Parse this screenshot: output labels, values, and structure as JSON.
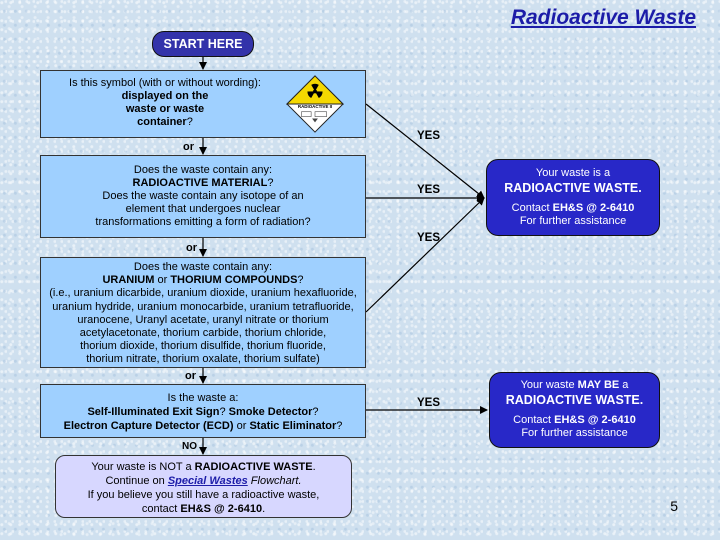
{
  "title": "Radioactive Waste",
  "start": "START HERE",
  "symbol": {
    "label": "RADIOACTIVE II"
  },
  "q1": {
    "line1": "Is this symbol (with or without wording):",
    "line2": "displayed on the",
    "line3": "waste or waste",
    "line4": "container",
    "line4_end": "?"
  },
  "q2": {
    "line1": "Does the waste contain any:",
    "line2": "RADIOACTIVE MATERIAL",
    "line2_end": "?",
    "line3": "Does the waste contain any isotope of an",
    "line4": "element that undergoes nuclear",
    "line5": "transformations emitting a form of radiation?"
  },
  "q3": {
    "line1": "Does the waste contain any:",
    "uranium": "URANIUM",
    "or": "or",
    "thorium": "THORIUM COMPOUNDS",
    "q_end": "?",
    "details": [
      "(i.e., uranium dicarbide, uranium dioxide, uranium hexafluoride,",
      "uranium hydride, uranium monocarbide, uranium tetrafluoride,",
      "uranocene, Uranyl  acetate, uranyl nitrate or thorium",
      "acetylacetonate,  thorium carbide,  thorium chloride,",
      "thorium dioxide, thorium disulfide, thorium fluoride,",
      "thorium nitrate, thorium oxalate, thorium sulfate)"
    ]
  },
  "q4": {
    "line1": "Is the waste a:",
    "item1": "Self-Illuminated Exit Sign",
    "q": "?",
    "item2": "Smoke Detector",
    "item3": "Electron Capture Detector (ECD)",
    "or": "or",
    "item4": "Static Eliminator"
  },
  "not_rad": {
    "t1": "Your waste is NOT a",
    "t1b": "RADIOACTIVE WASTE",
    "t1c": ".",
    "t2": "Continue on",
    "link": "Special Wastes",
    "t2b": "Flowchart.",
    "t3": "If you believe you still have a radioactive waste,",
    "t4": "contact",
    "t4b": "EH&S @ 2-6410",
    "t4c": "."
  },
  "result1": {
    "line1": "Your waste is a",
    "line2": "RADIOACTIVE WASTE",
    "line2_end": ".",
    "contact": "Contact",
    "phone": "EH&S @ 2-6410",
    "assist": "For further assistance"
  },
  "result2": {
    "line1a": "Your waste",
    "line1b": "MAY BE",
    "line1c": "a",
    "line2": "RADIOACTIVE WASTE",
    "line2_end": ".",
    "contact": "Contact",
    "phone": "EH&S @ 2-6410",
    "assist": "For further assistance"
  },
  "labels": {
    "or1": "or",
    "or2": "or",
    "or3": "or",
    "no": "NO",
    "yes1": "YES",
    "yes2": "YES",
    "yes3": "YES",
    "yes4": "YES"
  },
  "page_number": "5",
  "colors": {
    "box_fill": "#9fd0ff",
    "result_fill": "#2828c8",
    "start_fill": "#3333aa",
    "final_fill": "#d7d7ff",
    "title_color": "#1c1ca8",
    "symbol_yellow": "#f5d800"
  }
}
